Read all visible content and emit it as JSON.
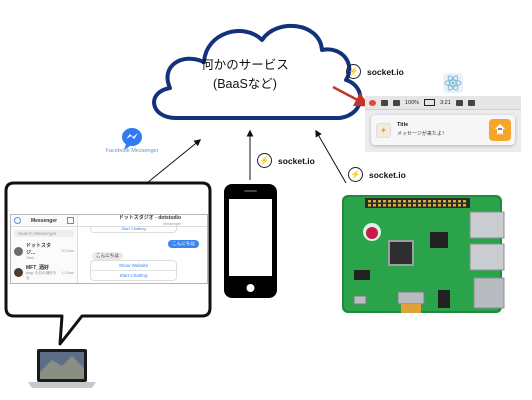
{
  "cloud": {
    "line1": "何かのサービス",
    "line2": "(BaaSなど)"
  },
  "socketio": {
    "label_top": "socket.io",
    "label_phone": "socket.io",
    "label_pi": "socket.io",
    "logo_glyph": "⚡"
  },
  "messenger": {
    "caption": "Facebook Messenger",
    "icon": "messenger-icon"
  },
  "chat": {
    "header_title": "Messenger",
    "search_placeholder": "Search Messenger",
    "conversations": [
      {
        "name": "ドットスタジ...",
        "time": "9:22am",
        "preview": "Ymd..."
      },
      {
        "name": "MFT_酒好",
        "time": "1:13am",
        "preview": "ping: 今日の酒好きな"
      }
    ],
    "thread_name": "ドットスタジオ - dotstudio",
    "thread_sub": "Messenger",
    "top_link": "Start Chatting",
    "outgoing": "こんにちは",
    "incoming": "こんにちは",
    "buttons": [
      "Show Website",
      "Start Chatting"
    ]
  },
  "mac": {
    "battery": "100%",
    "time": "3:21",
    "notification_title": "Title",
    "notification_text": "メッセージが来たよ！"
  },
  "colors": {
    "cloud_stroke": "#12337c",
    "red_arrow": "#c6332a",
    "messenger_blue": "#2f7bf2"
  }
}
